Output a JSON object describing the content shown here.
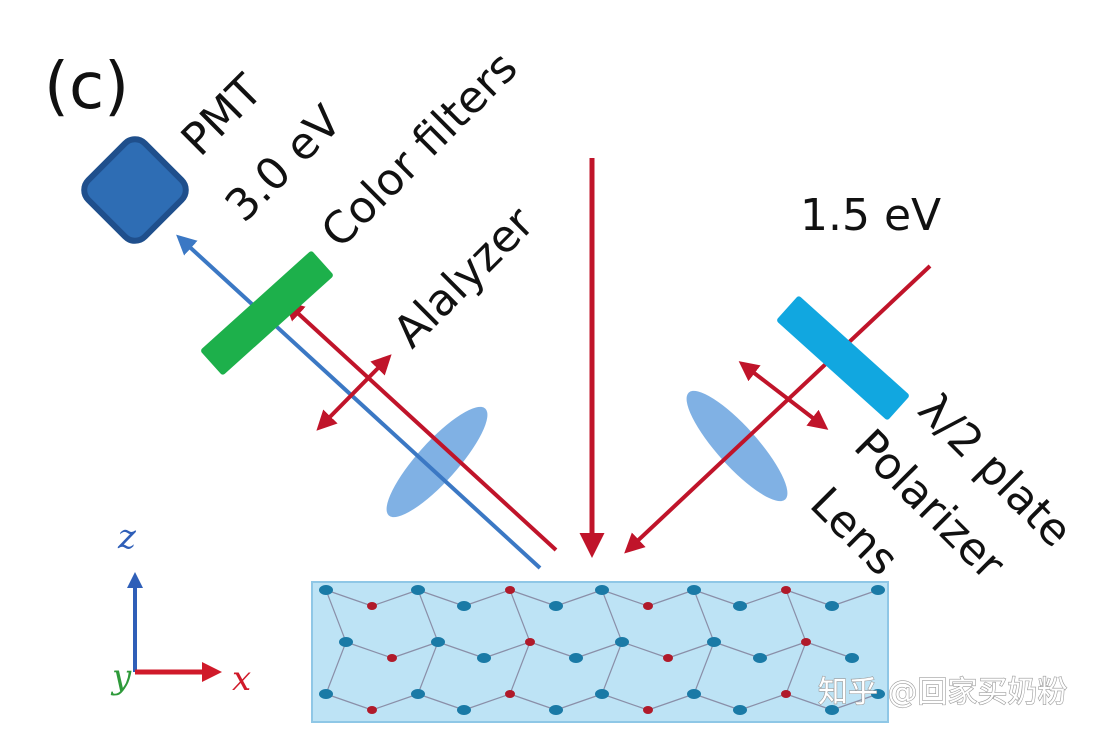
{
  "panel_label": "(c)",
  "labels": {
    "pmt": "PMT",
    "energy_probe": "3.0 eV",
    "color_filters": "Color filters",
    "analyzer": "Alalyzer",
    "energy_pump": "1.5 eV",
    "half_wave_plate": "λ/2 plate",
    "polarizer": "Polarizer",
    "lens": "Lens"
  },
  "axes": {
    "z": "z",
    "y": "y",
    "x": "x"
  },
  "watermark": "知乎 @回家买奶粉",
  "colors": {
    "pmt_fill": "#2e6db4",
    "pmt_stroke": "#1f4f8c",
    "filter": "#1db04b",
    "plate": "#11a7e0",
    "lens": "#4a90d9",
    "beam_red": "#c0142a",
    "beam_blue": "#3b78c4",
    "crystal_bg": "#bde3f5",
    "atom_blue": "#1a7aa6",
    "atom_red": "#b01a2a",
    "axis_z": "#2f5fb8",
    "axis_y": "#2e9a3a",
    "axis_x": "#d01a2a"
  }
}
